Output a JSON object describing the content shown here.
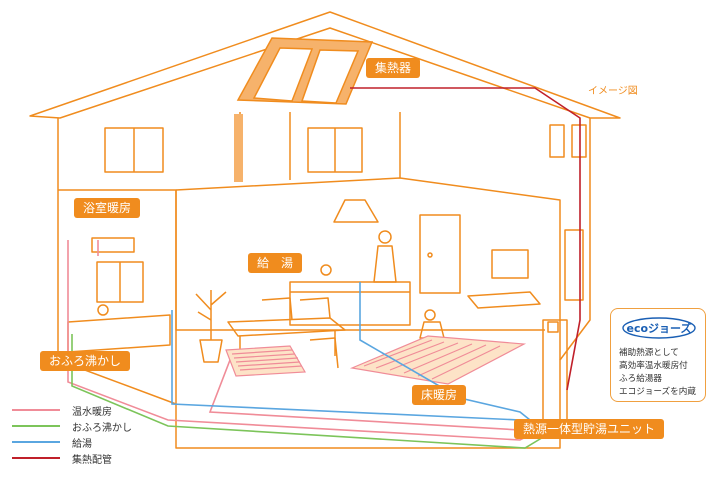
{
  "labels": {
    "collector": "集熱器",
    "image_note": "イメージ図",
    "bath_heating": "浴室暖房",
    "hot_water": "給　湯",
    "bath_reheat": "おふろ沸かし",
    "floor_heating": "床暖房",
    "unit": "熱源一体型貯湯ユニット"
  },
  "legend": [
    {
      "label": "温水暖房",
      "color": "#f08c98"
    },
    {
      "label": "おふろ沸かし",
      "color": "#7cc45a"
    },
    {
      "label": "給湯",
      "color": "#5aa6e0"
    },
    {
      "label": "集熱配管",
      "color": "#c0202a"
    }
  ],
  "eco_box": {
    "logo": "ecoジョーズ",
    "lines": [
      "補助熱源として",
      "高効率温水暖房付",
      "ふろ給湯器",
      "エコジョーズを内蔵"
    ]
  },
  "colors": {
    "outline": "#f08c1e",
    "panel": "#f6b26b",
    "heating": "#f08c98",
    "reheat": "#7cc45a",
    "supply": "#5aa6e0",
    "collector_pipe": "#c0202a"
  }
}
